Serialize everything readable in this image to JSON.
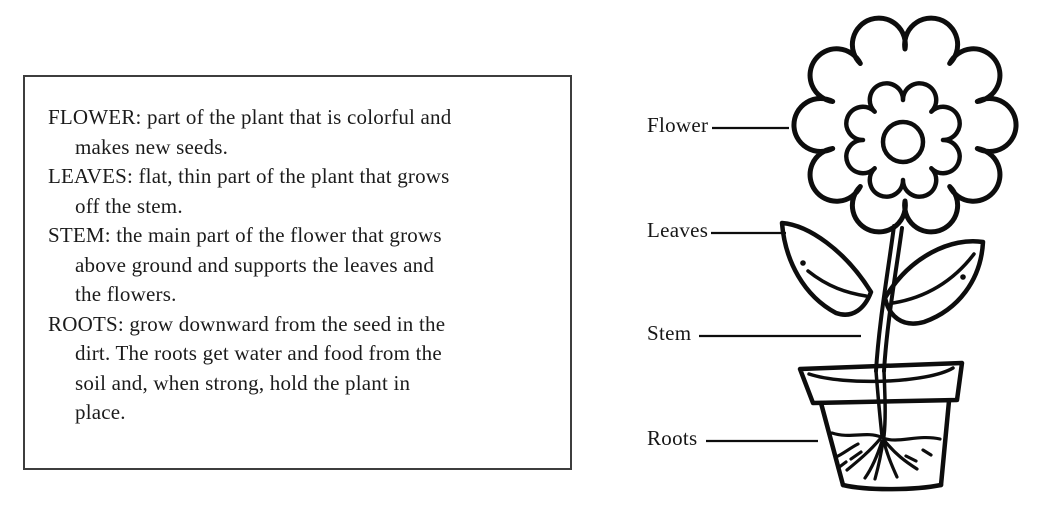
{
  "page": {
    "background": "#ffffff",
    "ink_color": "#0d0d0d",
    "box_border_color": "#3d3d3d",
    "text_color": "#1b1b1b"
  },
  "definitions_box": {
    "lines": [
      {
        "text": "FLOWER: part of the plant that is colorful and",
        "indent": false
      },
      {
        "text": "makes new seeds.",
        "indent": true
      },
      {
        "text": "LEAVES: flat, thin part of the plant that grows",
        "indent": false
      },
      {
        "text": "off the stem.",
        "indent": true
      },
      {
        "text": "STEM: the main part of the flower that grows",
        "indent": false
      },
      {
        "text": "above ground and supports the leaves and",
        "indent": true
      },
      {
        "text": "the flowers.",
        "indent": true
      },
      {
        "text": "ROOTS: grow downward from the seed in the",
        "indent": false
      },
      {
        "text": "dirt. The roots get water and food from the",
        "indent": true
      },
      {
        "text": "soil and, when strong, hold the plant in",
        "indent": true
      },
      {
        "text": "place.",
        "indent": true
      }
    ]
  },
  "diagram": {
    "labels": {
      "flower": "Flower",
      "leaves": "Leaves",
      "stem": "Stem",
      "roots": "Roots"
    }
  }
}
